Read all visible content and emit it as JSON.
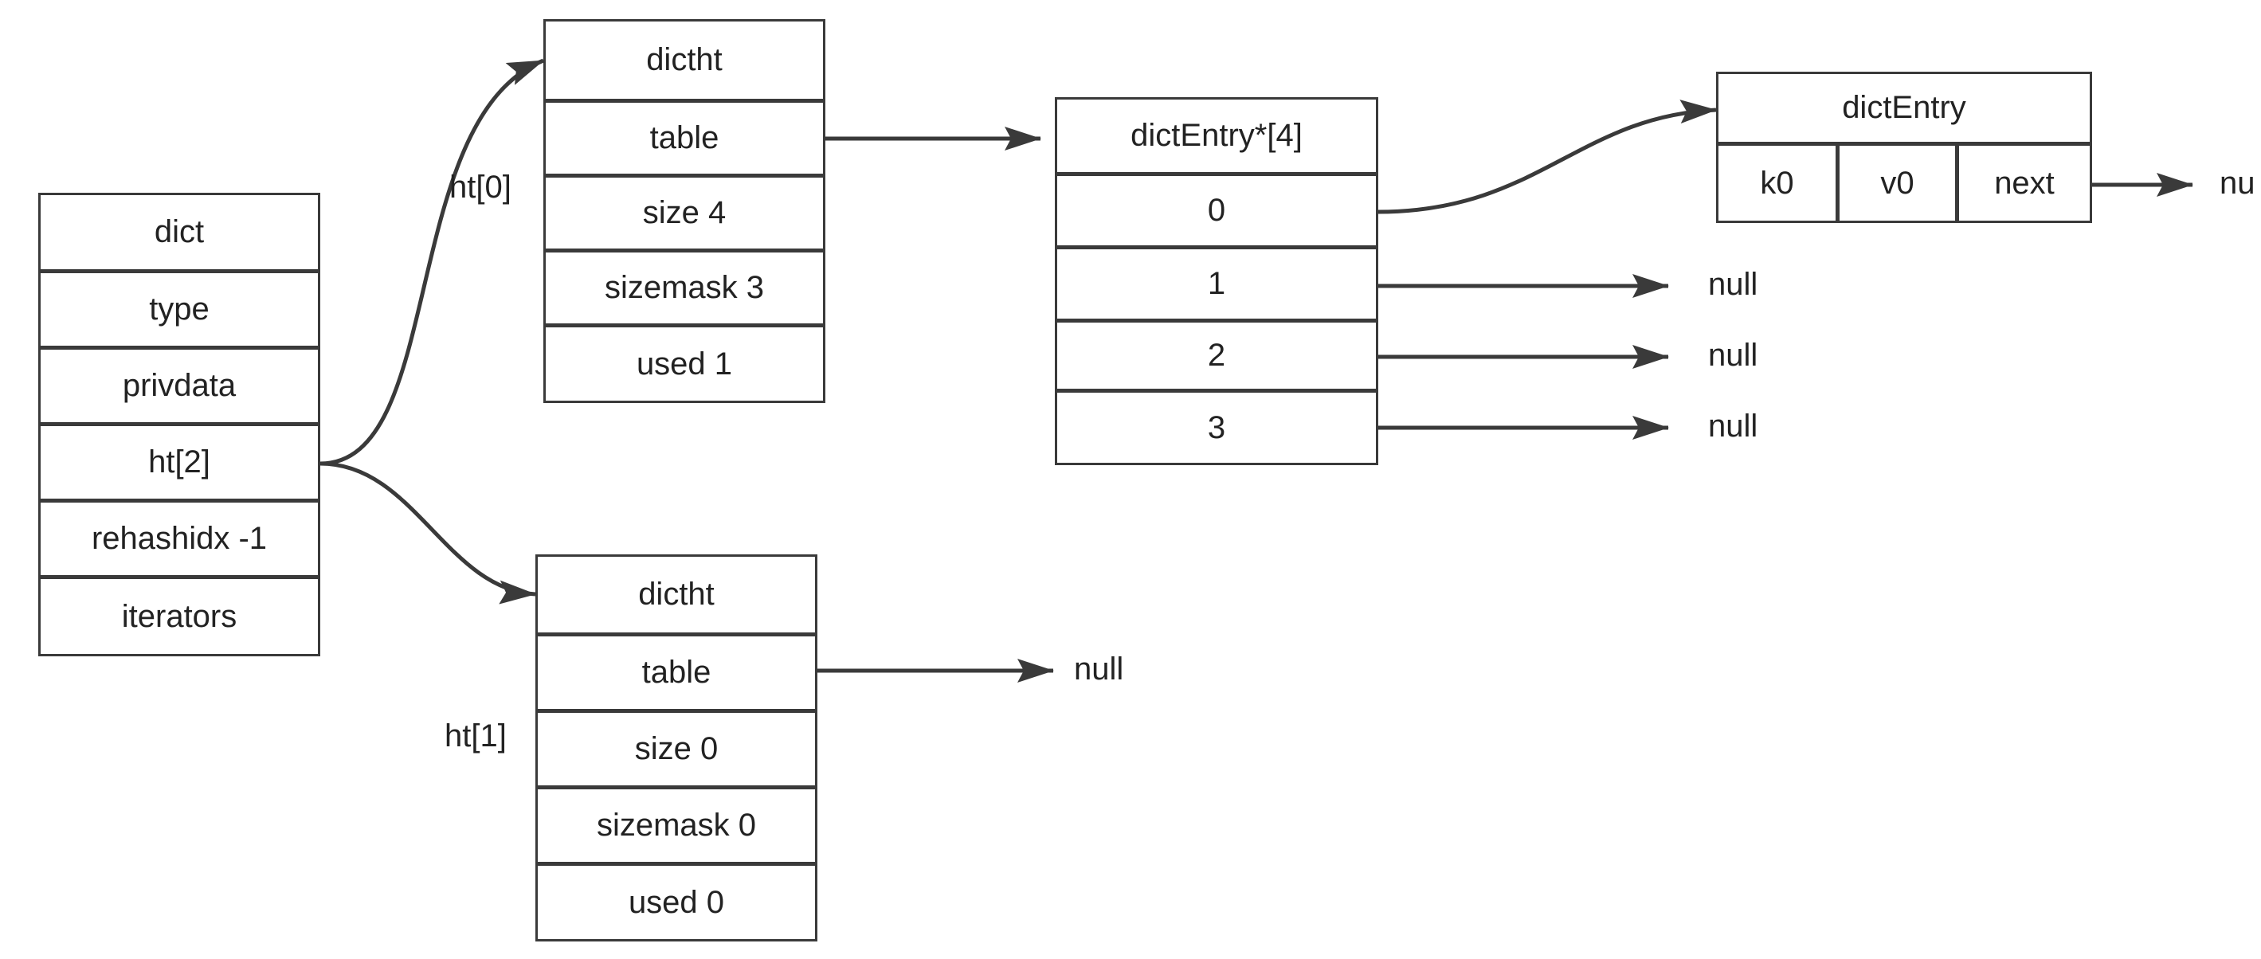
{
  "dict": {
    "fields": [
      "dict",
      "type",
      "privdata",
      "ht[2]",
      "rehashidx -1",
      "iterators"
    ]
  },
  "ht0": {
    "label": "ht[0]",
    "fields": [
      "dictht",
      "table",
      "size 4",
      "sizemask 3",
      "used 1"
    ]
  },
  "ht1": {
    "label": "ht[1]",
    "fields": [
      "dictht",
      "table",
      "size 0",
      "sizemask 0",
      "used 0"
    ],
    "table_target": "null"
  },
  "table": {
    "fields": [
      "dictEntry*[4]",
      "0",
      "1",
      "2",
      "3"
    ],
    "null_targets": [
      "null",
      "null",
      "null"
    ]
  },
  "entry": {
    "title": "dictEntry",
    "fields": [
      "k0",
      "v0",
      "next"
    ],
    "next_target": "nu"
  }
}
